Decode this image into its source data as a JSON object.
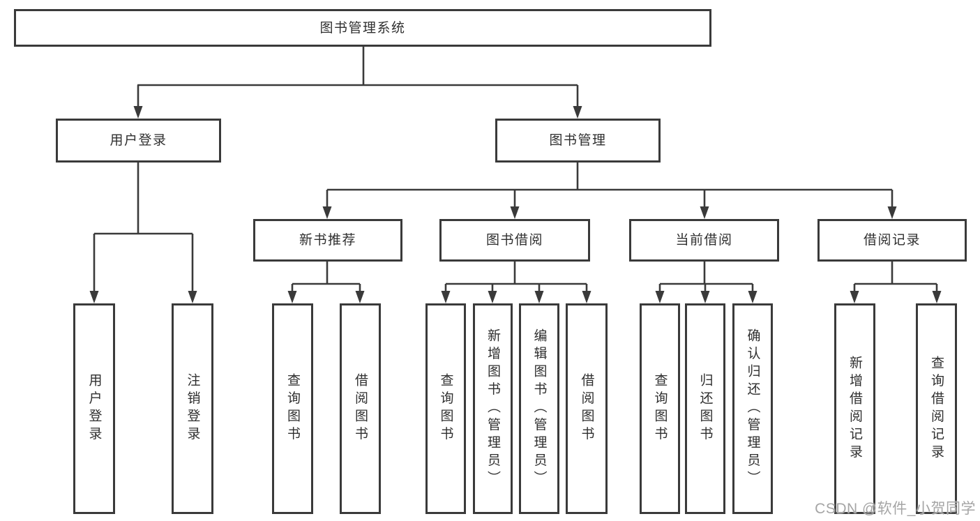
{
  "diagram": {
    "title_node": {
      "label": "图书管理系统"
    },
    "level2": [
      {
        "label": "用户登录"
      },
      {
        "label": "图书管理"
      }
    ],
    "level3": [
      {
        "label": "新书推荐"
      },
      {
        "label": "图书借阅"
      },
      {
        "label": "当前借阅"
      },
      {
        "label": "借阅记录"
      }
    ],
    "leaves": [
      {
        "label": "用户登录"
      },
      {
        "label": "注销登录"
      },
      {
        "label": "查询图书"
      },
      {
        "label": "借阅图书"
      },
      {
        "label": "查询图书"
      },
      {
        "label": "新增图书（管理员）"
      },
      {
        "label": "编辑图书（管理员）"
      },
      {
        "label": "借阅图书"
      },
      {
        "label": "查询图书"
      },
      {
        "label": "归还图书"
      },
      {
        "label": "确认归还（管理员）"
      },
      {
        "label": "新增借阅记录"
      },
      {
        "label": "查询借阅记录"
      }
    ],
    "colors": {
      "box_border": "#3a3a3a",
      "connector_line": "#3a3a3a",
      "text": "#2f2f2f",
      "background": "#ffffff",
      "watermark": "#a5a5a5"
    }
  },
  "watermark": {
    "text": "CSDN @软件_小贺同学"
  }
}
